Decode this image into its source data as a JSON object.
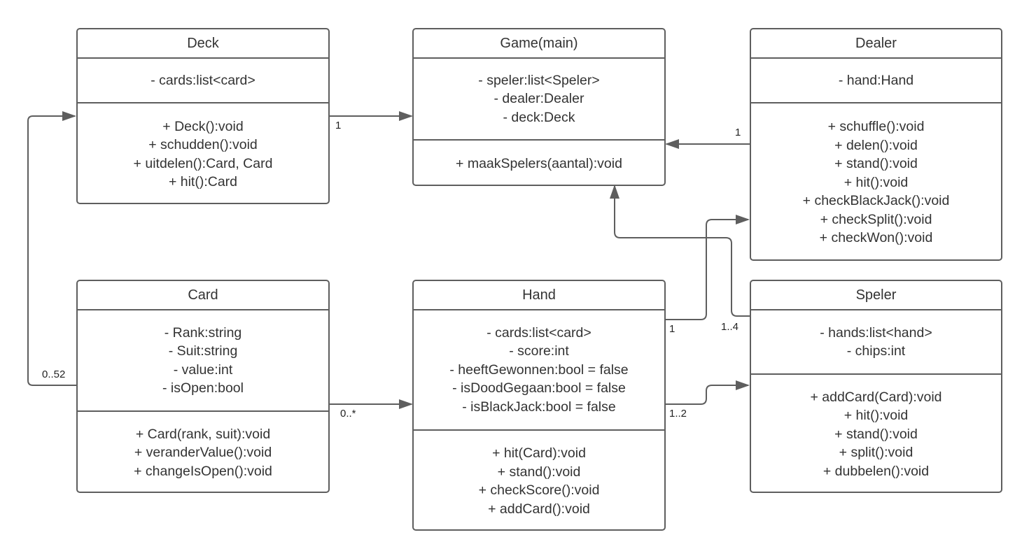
{
  "colors": {
    "border": "#5e5e5e",
    "connector": "#5e5e5e",
    "text": "#333333"
  },
  "classes": {
    "deck": {
      "name": "Deck",
      "attributes": [
        "- cards:list<card>"
      ],
      "operations": [
        "+ Deck():void",
        "+ schudden():void",
        "+ uitdelen():Card, Card",
        "+ hit():Card"
      ]
    },
    "game": {
      "name": "Game(main)",
      "attributes": [
        "- speler:list<Speler>",
        "- dealer:Dealer",
        "- deck:Deck"
      ],
      "operations": [
        "+ maakSpelers(aantal):void"
      ]
    },
    "dealer": {
      "name": "Dealer",
      "attributes": [
        "- hand:Hand"
      ],
      "operations": [
        "+ schuffle():void",
        "+ delen():void",
        "+ stand():void",
        "+ hit():void",
        "+ checkBlackJack():void",
        "+ checkSplit():void",
        "+ checkWon():void"
      ]
    },
    "card": {
      "name": "Card",
      "attributes": [
        "- Rank:string",
        "- Suit:string",
        "- value:int",
        "- isOpen:bool"
      ],
      "operations": [
        "+ Card(rank, suit):void",
        "+ veranderValue():void",
        "+ changeIsOpen():void"
      ]
    },
    "hand": {
      "name": "Hand",
      "attributes": [
        "- cards:list<card>",
        "- score:int",
        "- heeftGewonnen:bool = false",
        "- isDoodGegaan:bool = false",
        "- isBlackJack:bool = false"
      ],
      "operations": [
        "+ hit(Card):void",
        "+ stand():void",
        "+ checkScore():void",
        "+ addCard():void"
      ]
    },
    "speler": {
      "name": "Speler",
      "attributes": [
        "- hands:list<hand>",
        "- chips:int"
      ],
      "operations": [
        "+ addCard(Card):void",
        "+ hit():void",
        "+ stand():void",
        "+ split():void",
        "+ dubbelen():void"
      ]
    }
  },
  "multiplicities": {
    "deck_game": "1",
    "dealer_game": "1",
    "card_deck": "0..52",
    "card_hand": "0..*",
    "hand_dealer": "1",
    "speler_game": "1..4",
    "hand_speler": "1..2"
  }
}
